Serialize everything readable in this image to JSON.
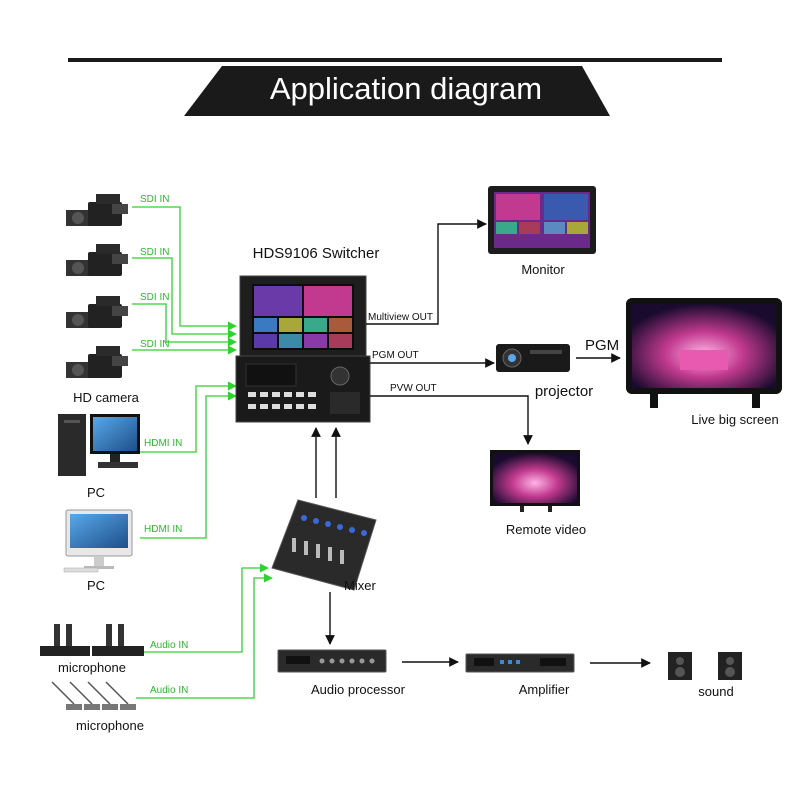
{
  "title": "Application diagram",
  "switcher": {
    "label": "HDS9106 Switcher"
  },
  "inputs": {
    "camera_label": "HD camera",
    "sdi_labels": [
      "SDI IN",
      "SDI IN",
      "SDI IN",
      "SDI IN"
    ],
    "pc_labels": [
      "PC",
      "PC"
    ],
    "hdmi_labels": [
      "HDMI IN",
      "HDMI IN"
    ]
  },
  "outputs": {
    "multiview_out": "Multiview OUT",
    "pgm_out": "PGM OUT",
    "pvw_out": "PVW OUT",
    "pgm": "PGM",
    "monitor": "Monitor",
    "projector": "projector",
    "live_big_screen": "Live big screen",
    "remote_video": "Remote video"
  },
  "audio": {
    "mixer": "Mixer",
    "microphone_labels": [
      "microphone",
      "microphone"
    ],
    "audio_in_labels": [
      "Audio IN",
      "Audio IN"
    ],
    "audio_processor": "Audio processor",
    "amplifier": "Amplifier",
    "sound": "sound"
  },
  "colors": {
    "signal_green": "#2fd22f",
    "line_black": "#111111",
    "banner_black": "#1a1a1a"
  }
}
